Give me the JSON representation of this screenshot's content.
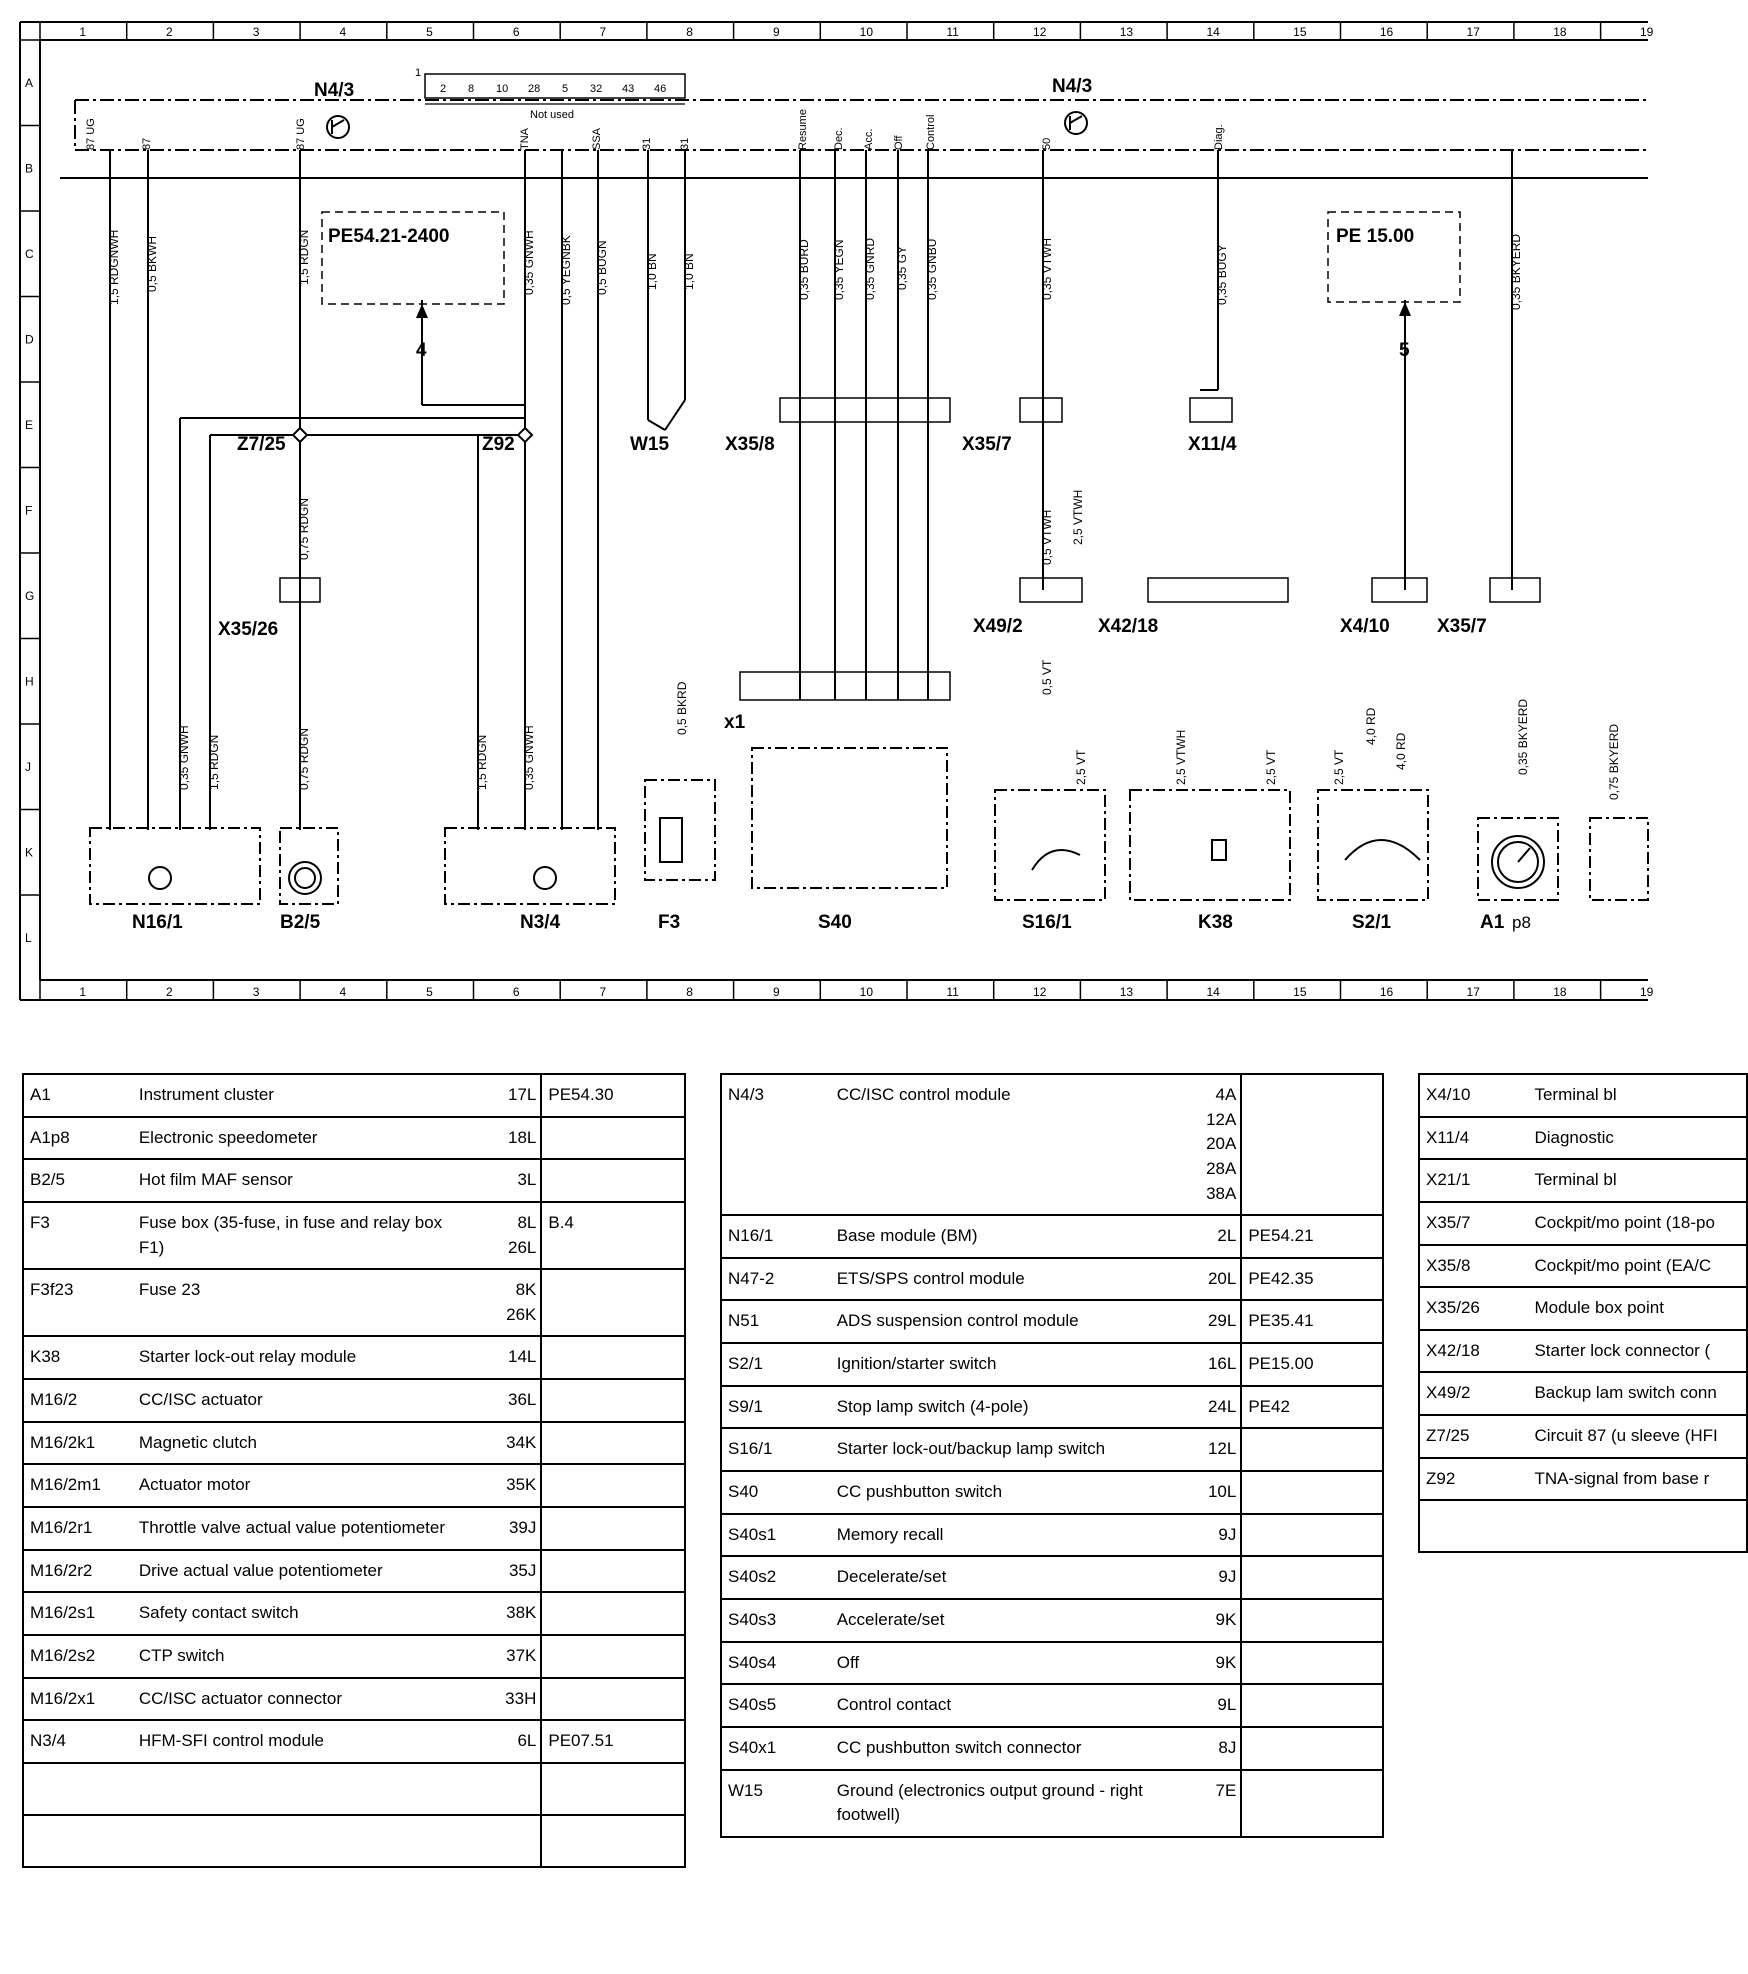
{
  "ruler": {
    "cols": [
      "1",
      "2",
      "3",
      "4",
      "5",
      "6",
      "7",
      "8",
      "9",
      "10",
      "11",
      "12",
      "13",
      "14",
      "15",
      "16",
      "17",
      "18",
      "19"
    ],
    "rows": [
      "A",
      "B",
      "C",
      "D",
      "E",
      "F",
      "G",
      "H",
      "J",
      "K",
      "L"
    ]
  },
  "modules": {
    "n43_left": "N4/3",
    "n43_right": "N4/3",
    "not_used": "Not used",
    "pins_top": [
      "1",
      "2",
      "8",
      "10",
      "28",
      "5",
      "32",
      "43",
      "46"
    ],
    "n16_1": "N16/1",
    "b2_5": "B2/5",
    "n3_4": "N3/4",
    "f3": "F3",
    "s40": "S40",
    "s16_1": "S16/1",
    "k38": "K38",
    "s2_1": "S2/1",
    "a1": "A1",
    "a1_sub": "p8",
    "z7_25": "Z7/25",
    "z92": "Z92",
    "w15": "W15",
    "x35_8": "X35/8",
    "x35_7a": "X35/7",
    "x11_4": "X11/4",
    "x35_26": "X35/26",
    "x49_2": "X49/2",
    "x42_18": "X42/18",
    "x4_10": "X4/10",
    "x35_7b": "X35/7",
    "x1": "x1",
    "ref_pe5421": "PE54.21-2400",
    "ref_pe1500": "PE 15.00",
    "arrow4": "4",
    "arrow5": "5"
  },
  "wires": {
    "w1": "1,5 RDGNWH",
    "w2": "0,5 BKWH",
    "w3": "1,5 RDGN",
    "w4": "0,35 GNWH",
    "w5": "0,5 YEGNBK",
    "w6": "0,5 BUGN",
    "w7": "1,0 BN",
    "w8": "1,0 BN",
    "w9": "0,35 BURD",
    "w10": "0,35 YEGN",
    "w11": "0,35 GNRD",
    "w12": "0,35 GY",
    "w13": "0,35 GNBU",
    "w14": "0,35 VTWH",
    "w15": "0,35 BUGY",
    "w16": "0,35 BKYERD",
    "w17": "0,75 RDGN",
    "w18": "0,35 GNWH",
    "w19": "1,5 RDGN",
    "w20": "0,75 RDGN",
    "w21": "1,5 RDGN",
    "w22": "0,35 GNWH",
    "w23": "0,5 BKRD",
    "w24": "0,5 VTWH",
    "w25": "2,5 VTWH",
    "w26": "0,5 VT",
    "w27": "2,5 VT",
    "w28": "2,5 VTWH",
    "w29": "2,5 VT",
    "w30": "2,5 VT",
    "w31": "4,0 RD",
    "w32": "4,0 RD",
    "w33": "0,35 BKYERD",
    "w34": "0,75 BKYERD"
  },
  "signals": [
    "87 UG",
    "87",
    "87 UG",
    "TNA",
    "SSA",
    "31",
    "31",
    "Resume",
    "Dec.",
    "Acc.",
    "Off",
    "Control",
    "50",
    "Diag."
  ],
  "table1": [
    {
      "code": "A1",
      "desc": "Instrument cluster",
      "loc": "17L",
      "pe": "PE54.30"
    },
    {
      "code": "A1p8",
      "desc": "Electronic speedometer",
      "loc": "18L",
      "pe": ""
    },
    {
      "code": "B2/5",
      "desc": "Hot film MAF sensor",
      "loc": "3L",
      "pe": ""
    },
    {
      "code": "F3",
      "desc": "Fuse box (35-fuse, in fuse and relay box F1)",
      "loc": "8L\n26L",
      "pe": "B.4"
    },
    {
      "code": "F3f23",
      "desc": "Fuse 23",
      "loc": "8K\n26K",
      "pe": ""
    },
    {
      "code": "K38",
      "desc": "Starter lock-out relay module",
      "loc": "14L",
      "pe": ""
    },
    {
      "code": "M16/2",
      "desc": "CC/ISC actuator",
      "loc": "36L",
      "pe": ""
    },
    {
      "code": "M16/2k1",
      "desc": "Magnetic clutch",
      "loc": "34K",
      "pe": ""
    },
    {
      "code": "M16/2m1",
      "desc": "Actuator motor",
      "loc": "35K",
      "pe": ""
    },
    {
      "code": "M16/2r1",
      "desc": "Throttle valve actual value potentiometer",
      "loc": "39J",
      "pe": ""
    },
    {
      "code": "M16/2r2",
      "desc": "Drive actual value potentiometer",
      "loc": "35J",
      "pe": ""
    },
    {
      "code": "M16/2s1",
      "desc": "Safety contact switch",
      "loc": "38K",
      "pe": ""
    },
    {
      "code": "M16/2s2",
      "desc": "CTP switch",
      "loc": "37K",
      "pe": ""
    },
    {
      "code": "M16/2x1",
      "desc": "CC/ISC actuator connector",
      "loc": "33H",
      "pe": ""
    },
    {
      "code": "N3/4",
      "desc": "HFM-SFI control module",
      "loc": "6L",
      "pe": "PE07.51"
    },
    {
      "code": "",
      "desc": "",
      "loc": "",
      "pe": ""
    },
    {
      "code": "",
      "desc": "",
      "loc": "",
      "pe": ""
    }
  ],
  "table2": [
    {
      "code": "N4/3",
      "desc": "CC/ISC control module",
      "loc": "4A\n12A\n20A\n28A\n38A",
      "pe": ""
    },
    {
      "code": "N16/1",
      "desc": "Base module (BM)",
      "loc": "2L",
      "pe": "PE54.21"
    },
    {
      "code": "N47-2",
      "desc": "ETS/SPS control module",
      "loc": "20L",
      "pe": "PE42.35"
    },
    {
      "code": "N51",
      "desc": "ADS suspension control module",
      "loc": "29L",
      "pe": "PE35.41"
    },
    {
      "code": "S2/1",
      "desc": "Ignition/starter switch",
      "loc": "16L",
      "pe": "PE15.00"
    },
    {
      "code": "S9/1",
      "desc": "Stop lamp switch (4-pole)",
      "loc": "24L",
      "pe": "PE42"
    },
    {
      "code": "S16/1",
      "desc": "Starter lock-out/backup lamp switch",
      "loc": "12L",
      "pe": ""
    },
    {
      "code": "S40",
      "desc": "CC pushbutton switch",
      "loc": "10L",
      "pe": ""
    },
    {
      "code": "S40s1",
      "desc": "Memory recall",
      "loc": "9J",
      "pe": ""
    },
    {
      "code": "S40s2",
      "desc": "Decelerate/set",
      "loc": "9J",
      "pe": ""
    },
    {
      "code": "S40s3",
      "desc": "Accelerate/set",
      "loc": "9K",
      "pe": ""
    },
    {
      "code": "S40s4",
      "desc": "Off",
      "loc": "9K",
      "pe": ""
    },
    {
      "code": "S40s5",
      "desc": "Control contact",
      "loc": "9L",
      "pe": ""
    },
    {
      "code": "S40x1",
      "desc": "CC pushbutton switch connector",
      "loc": "8J",
      "pe": ""
    },
    {
      "code": "W15",
      "desc": "Ground (electronics output ground - right footwell)",
      "loc": "7E",
      "pe": ""
    }
  ],
  "table3": [
    {
      "code": "X4/10",
      "desc": "Terminal bl"
    },
    {
      "code": "X11/4",
      "desc": "Diagnostic"
    },
    {
      "code": "X21/1",
      "desc": "Terminal bl"
    },
    {
      "code": "X35/7",
      "desc": "Cockpit/mo point (18-po"
    },
    {
      "code": "X35/8",
      "desc": "Cockpit/mo point (EA/C"
    },
    {
      "code": "X35/26",
      "desc": "Module box point"
    },
    {
      "code": "X42/18",
      "desc": "Starter lock connector ("
    },
    {
      "code": "X49/2",
      "desc": "Backup lam switch conn"
    },
    {
      "code": "Z7/25",
      "desc": "Circuit 87 (u sleeve (HFI"
    },
    {
      "code": "Z92",
      "desc": "TNA-signal from base r"
    },
    {
      "code": "",
      "desc": ""
    }
  ]
}
